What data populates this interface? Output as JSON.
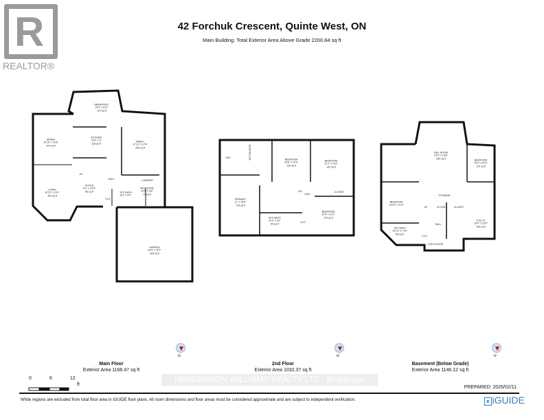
{
  "logo": {
    "text": "REALTOR®",
    "icon": "realtor-r-logo"
  },
  "header": {
    "title": "42 Forchuk Crescent, Quinte West, ON",
    "subtitle": "Main Building: Total Exterior Area Above Grade 2200.84 sq ft"
  },
  "floors": [
    {
      "name": "Main Floor",
      "area": "Exterior Area 1168.47 sq ft",
      "rooms": [
        {
          "name": "BREAKFAST",
          "dims": "14'3\" x 8'11\"",
          "area": "141 sq ft"
        },
        {
          "name": "DINING",
          "dims": "10'10\" x 10'8\"",
          "area": "104 sq ft"
        },
        {
          "name": "KITCHEN",
          "dims": "13'2\" x 9'",
          "area": "118 sq ft"
        },
        {
          "name": "FAMILY",
          "dims": "17'10\" x 17'4\"",
          "area": "299 sq ft"
        },
        {
          "name": "LIVING",
          "dims": "10'10\" x 10'1\"",
          "area": "104 sq ft"
        },
        {
          "name": "FOYER",
          "dims": "8'2\" x 10'5\"",
          "area": "86 sq ft"
        },
        {
          "name": "2PC BATH",
          "dims": "8'3\" x 4'0\"",
          "area": ""
        },
        {
          "name": "MUDROOM",
          "dims": "10'5\" x 6'8\"",
          "area": "74 sq ft"
        },
        {
          "name": "LAUNDRY",
          "dims": "",
          "area": ""
        },
        {
          "name": "HALL",
          "dims": "",
          "area": ""
        },
        {
          "name": "CLO",
          "dims": "",
          "area": ""
        },
        {
          "name": "UP",
          "dims": "",
          "area": ""
        },
        {
          "name": "GARAGE",
          "dims": "20'6\" x 20'7\"",
          "area": "420 sq ft"
        }
      ]
    },
    {
      "name": "2nd Floor",
      "area": "Exterior Area 1032.37 sq ft",
      "rooms": [
        {
          "name": "WIC",
          "dims": "",
          "area": ""
        },
        {
          "name": "4PC ENSUITE",
          "dims": "",
          "area": ""
        },
        {
          "name": "BEDROOM",
          "dims": "10'8\" x 12'4\"",
          "area": "133 sq ft"
        },
        {
          "name": "BEDROOM",
          "dims": "11'2\" x 13'0\"",
          "area": "144 sq ft"
        },
        {
          "name": "PRIMARY",
          "dims": "11' x 16'2\"",
          "area": "178 sq ft"
        },
        {
          "name": "HALL",
          "dims": "",
          "area": ""
        },
        {
          "name": "CLOSET",
          "dims": "",
          "area": ""
        },
        {
          "name": "4PC BATH",
          "dims": "10'2\" x 5'1\"",
          "area": "55 sq ft"
        },
        {
          "name": "BEDROOM",
          "dims": "12'0\" x 10'1\"",
          "area": "119 sq ft"
        },
        {
          "name": "CLO",
          "dims": "",
          "area": ""
        },
        {
          "name": "DN",
          "dims": "",
          "area": ""
        }
      ]
    },
    {
      "name": "Basement (Below Grade)",
      "area": "Exterior Area 1146.12 sq ft",
      "rooms": [
        {
          "name": "REC ROOM",
          "dims": "24'0\" x 16'8\"",
          "area": "300 sq ft"
        },
        {
          "name": "BEDROOM",
          "dims": "11'0\" x 9'10\"",
          "area": "110 sq ft"
        },
        {
          "name": "BEDROOM",
          "dims": "13'10\" x 11'0\"",
          "area": ""
        },
        {
          "name": "STORAGE",
          "dims": "",
          "area": ""
        },
        {
          "name": "CLOSET",
          "dims": "",
          "area": ""
        },
        {
          "name": "CLOSET",
          "dims": "",
          "area": ""
        },
        {
          "name": "UTILITY",
          "dims": "16'4\" x 15'0\"",
          "area": "226 sq ft"
        },
        {
          "name": "3PC BATH",
          "dims": "10'10\" x 7'10\"",
          "area": "68 sq ft"
        },
        {
          "name": "HALL",
          "dims": "",
          "area": ""
        },
        {
          "name": "COLD ROOM",
          "dims": "",
          "area": ""
        },
        {
          "name": "CLO",
          "dims": "",
          "area": ""
        },
        {
          "name": "UP",
          "dims": "",
          "area": ""
        }
      ]
    }
  ],
  "compass_label": "N",
  "scale": {
    "labels": [
      "0",
      "6",
      "12"
    ],
    "unit": "ft"
  },
  "watermark": "HENDERSON WILLIAMS REALTY LTD., Brokerage",
  "prepared": "PREPARED: 2026/02/11",
  "disclaimer": "White regions are excluded from total floor area in iGUIDE floor plans. All room dimensions and floor areas must be considered approximate and are subject to independent verification.",
  "brand": "iGUIDE"
}
